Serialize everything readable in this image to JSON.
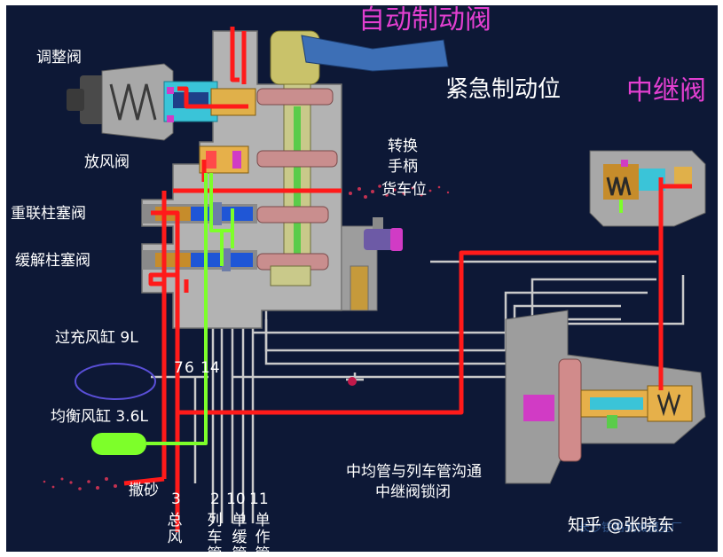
{
  "titles": {
    "auto_brake_valve": "自动制动阀",
    "relay_valve": "中继阀",
    "position": "紧急制动位"
  },
  "labels": {
    "adjust_valve": "调整阀",
    "release_valve": "放风阀",
    "reconnect_plunger": "重联柱塞阀",
    "buffer_plunger": "缓解柱塞阀",
    "switch_handle_1": "转换",
    "switch_handle_2": "手柄",
    "freight_position": "货车位",
    "overcharge_reservoir": "过充风缸 9L",
    "equalizing_reservoir": "均衡风缸 3.6L",
    "sanding": "撒砂",
    "status_line1": "中均管与列车管沟通",
    "status_line2": "中继阀锁闭"
  },
  "pipe_numbers": {
    "n7": "7",
    "n6": "6",
    "n14": "14",
    "n3": "3",
    "n2": "2",
    "n10": "10",
    "n11": "11"
  },
  "pipe_names": {
    "main": "总风",
    "train": "列车管",
    "single_release": "单缓管",
    "single_apply": "单作管"
  },
  "watermark": "知乎 @张晓东",
  "faint_caption": "长沙铁路机械模型厂",
  "colors": {
    "background": "#0d1836",
    "title": "#e23fd0",
    "pressure_red": "#ff1a1a",
    "balance_green": "#7dff2a",
    "pipe_gray": "#c9c9c9",
    "valve_body": "#b3b3b3"
  },
  "icons": [
    "handle-knob-icon",
    "spring-icon",
    "piston-icon",
    "gear-disc-icon"
  ]
}
